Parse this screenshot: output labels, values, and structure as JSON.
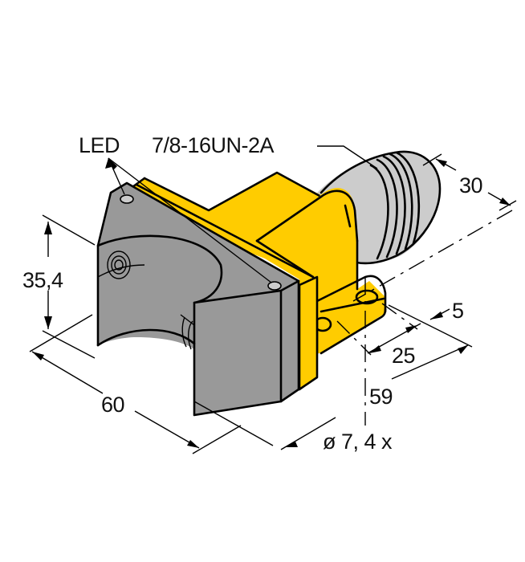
{
  "drawing": {
    "title": "Dimension drawing - inductive ring/fork sensor with 7/8\" connector",
    "colors": {
      "housing": "#FFCC00",
      "sensor_face": "#999999",
      "connector": "#CCCCCC",
      "led": "#CCCCCC",
      "line": "#000000",
      "background": "#FFFFFF"
    },
    "labels": {
      "led": "LED",
      "thread": "7/8-16UN-2A",
      "connector_length": "30",
      "height": "35,4",
      "width": "60",
      "mount_offset": "5",
      "hole_spacing": "25",
      "depth": "59",
      "hole_spec": "ø 7,  4 x"
    }
  }
}
